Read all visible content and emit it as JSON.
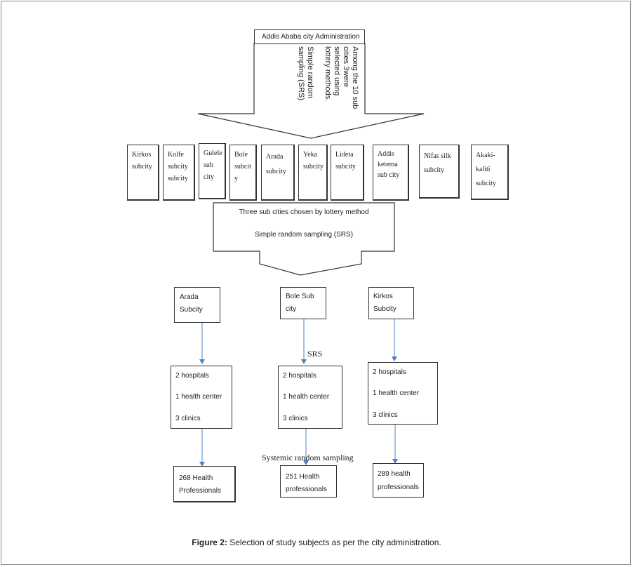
{
  "top": {
    "title": "Addis Ababa city Administration",
    "rotated_text_col1": "Among the 10 sub",
    "rotated_text_col2": "cities 3were",
    "rotated_text_col3": "selected using",
    "rotated_text_col4": "lottery methods.",
    "rotated_text_col5": "Simple random",
    "rotated_text_col6": "sampling (SRS)"
  },
  "subcities": [
    {
      "line1": "Kirkos",
      "line2": "subcity",
      "line3": ""
    },
    {
      "line1": "Kolfe",
      "line2": "subcity",
      "line3": "subcity"
    },
    {
      "line1": "Gulele",
      "line2": "sub",
      "line3": "city"
    },
    {
      "line1": "Bole",
      "line2": "subcit",
      "line3": "y"
    },
    {
      "line1": "Arada",
      "line2": "subcity",
      "line3": ""
    },
    {
      "line1": "Yeka",
      "line2": "subcity",
      "line3": ""
    },
    {
      "line1": "Lideta",
      "line2": "subcity",
      "line3": ""
    },
    {
      "line1": "Addis",
      "line2": "ketema",
      "line3": "sub city"
    },
    {
      "line1": "Nifas silk",
      "line2": "subcity",
      "line3": ""
    },
    {
      "line1": "Akaki-",
      "line2": "kaliti",
      "line3": "subcity"
    }
  ],
  "middle": {
    "line1": "Three sub cities chosen by lottery method",
    "line2": "Simple random sampling (SRS)"
  },
  "selected": [
    {
      "line1": "Arada",
      "line2": "Subcity"
    },
    {
      "line1": "Bole Sub",
      "line2": "city"
    },
    {
      "line1": "Kirkos",
      "line2": "Subcity"
    }
  ],
  "srs_label": "SRS",
  "facilities": [
    {
      "hospitals": "2 hospitals",
      "health_center": "1 health center",
      "clinics": "3 clinics"
    },
    {
      "hospitals": "2 hospitals",
      "health_center": "1 health center",
      "clinics": "3 clinics"
    },
    {
      "hospitals": "2 hospitals",
      "health_center": "1 health center",
      "clinics": "3 clinics"
    }
  ],
  "systematic_label": "Systemic random sampling",
  "results": [
    {
      "line1": "268 Health",
      "line2": "Professionals"
    },
    {
      "line1": "251 Health",
      "line2": "professionals"
    },
    {
      "line1": "289 health",
      "line2": "professionals"
    }
  ],
  "caption": {
    "label": "Figure 2:",
    "text": " Selection of study subjects as per the city administration."
  },
  "colors": {
    "arrow": "#4f81bd",
    "border": "#333333"
  }
}
